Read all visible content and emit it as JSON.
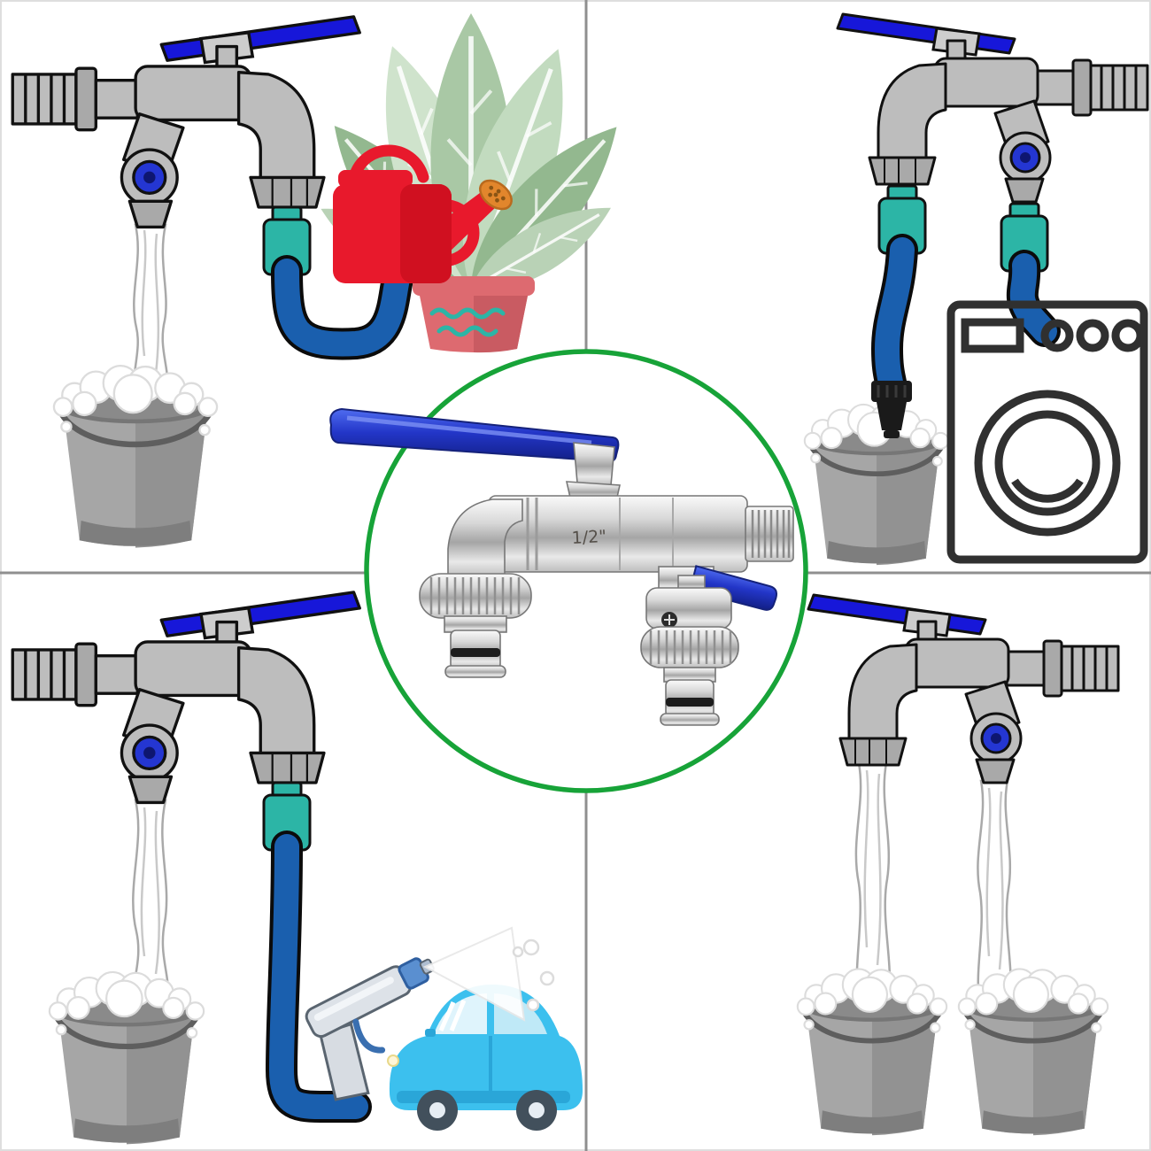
{
  "product": {
    "size_label": "1/2\"",
    "name": "two-way-double-outlet-garden-tap"
  },
  "colors": {
    "ring_green": "#17a338",
    "hose": "#1a5fae",
    "hose_outline": "#0b0b0b",
    "lever_blue": "#1717d9",
    "knob_blue": "#2436d2",
    "teal_connector": "#2cb5a6",
    "watering_can_red": "#e8192c",
    "pot_pink": "#dd6a70",
    "car_blue": "#3cc0ee",
    "tap_gray": "#bdbdbd",
    "bucket_gray": "#a6a6a6",
    "divider_gray": "#8f8f8f",
    "washer_line": "#303030"
  },
  "scenes": {
    "top_left": "fill-bucket-and-water-plants",
    "top_right": "supply-washing-machine-and-fill-bucket",
    "bottom_left": "fill-bucket-and-wash-car",
    "bottom_right": "fill-two-buckets"
  }
}
